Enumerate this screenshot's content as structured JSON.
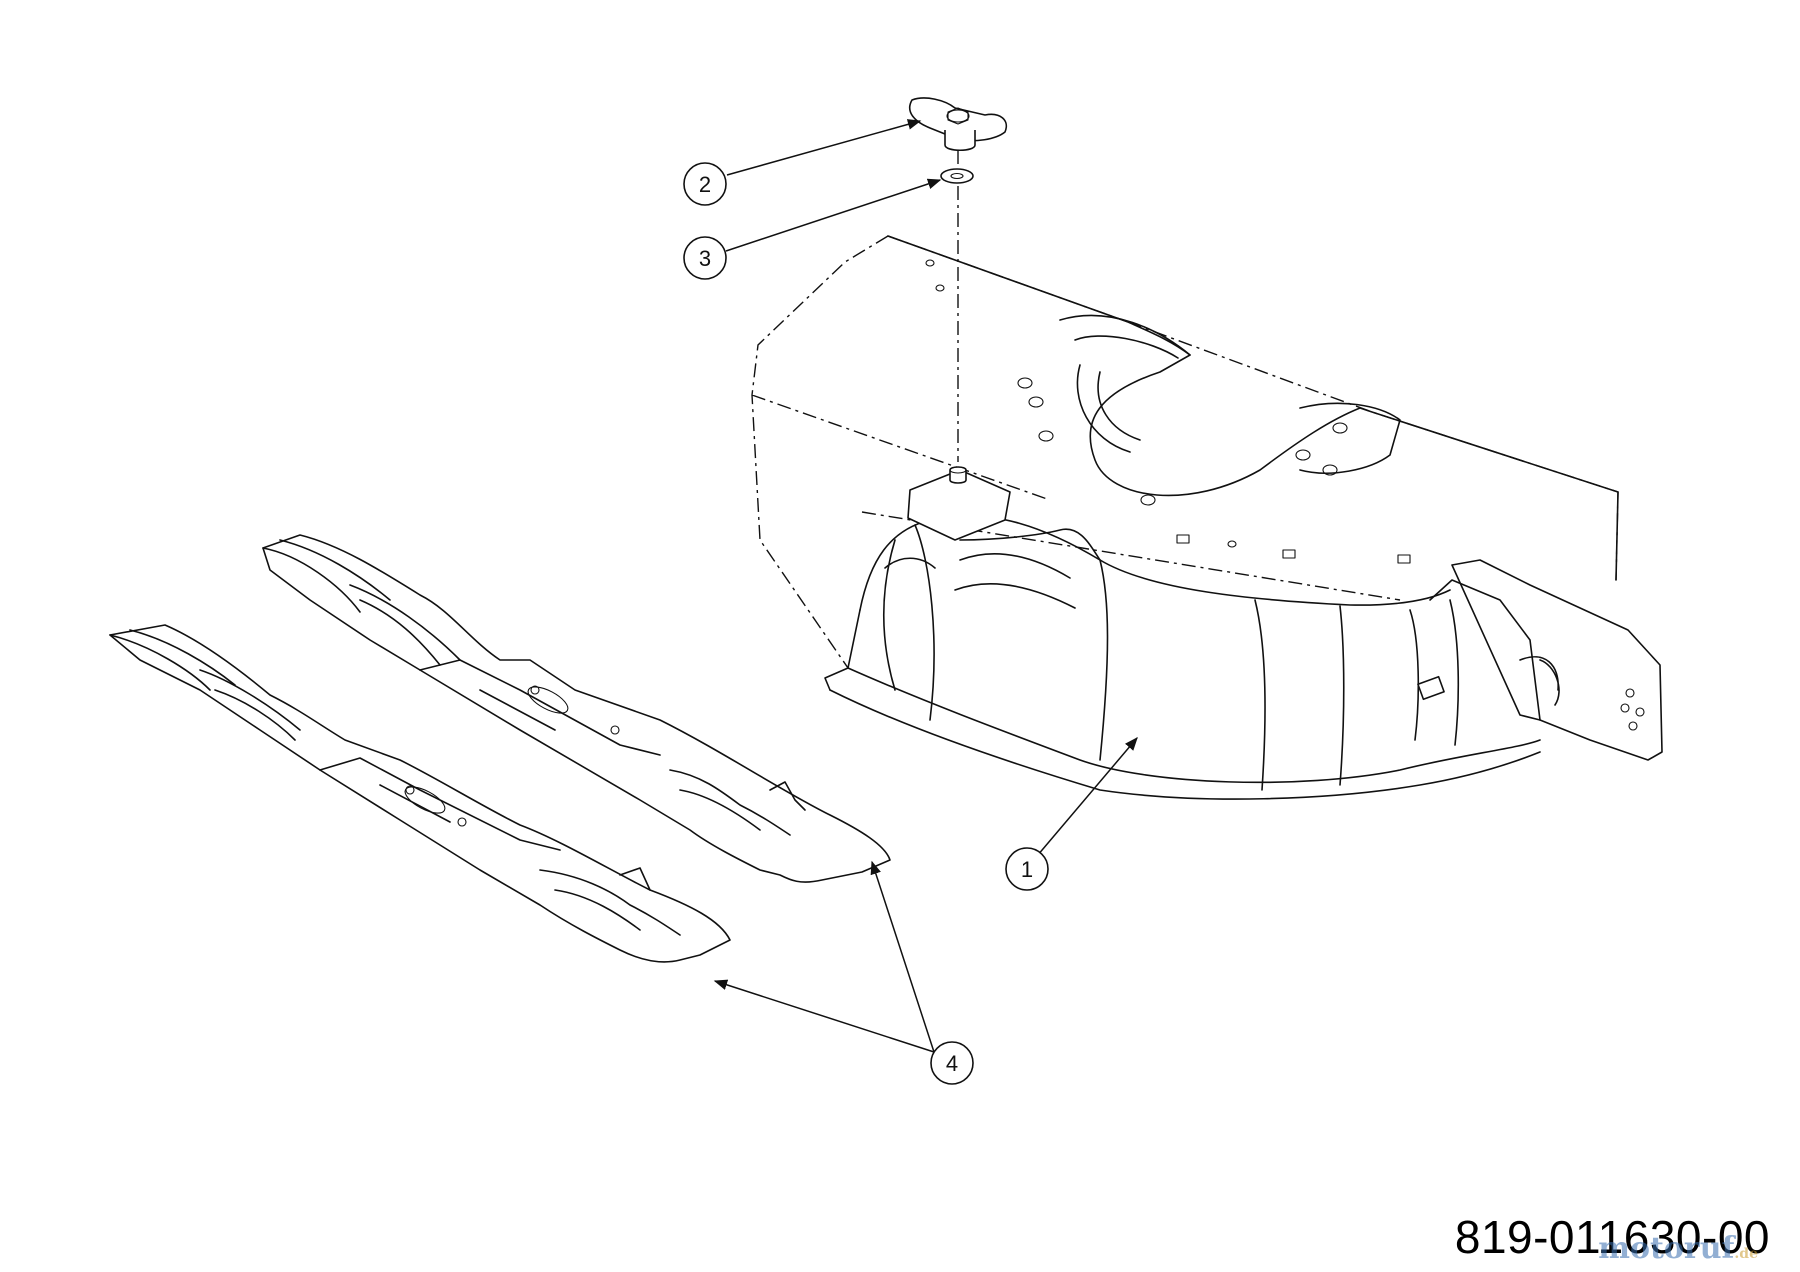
{
  "diagram": {
    "parts": [
      {
        "id": "deck-housing",
        "callout": "1"
      },
      {
        "id": "wing-nut",
        "callout": "2"
      },
      {
        "id": "washer",
        "callout": "3"
      },
      {
        "id": "blade",
        "callout": "4"
      }
    ],
    "document_number": "819-011630-00",
    "watermark": {
      "main": "motoruf",
      "tail": ".de"
    }
  }
}
